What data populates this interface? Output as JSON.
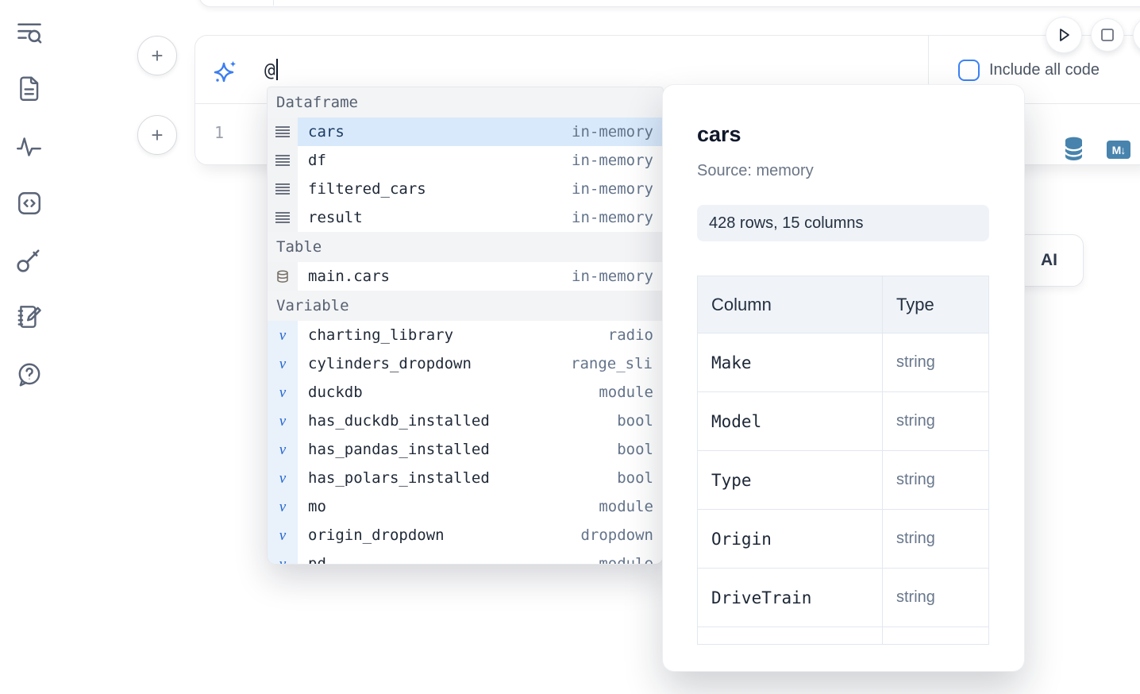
{
  "colors": {
    "accent": "#3b82f6",
    "selection": "#d8e9fb",
    "steel_icon": "#4783ad",
    "sidebar_icon": "#5a6477"
  },
  "sidebar": {
    "items": [
      {
        "icon": "search-toc-icon"
      },
      {
        "icon": "document-icon"
      },
      {
        "icon": "activity-icon"
      },
      {
        "icon": "code-snippets-icon"
      },
      {
        "icon": "key-icon"
      },
      {
        "icon": "scratchpad-icon"
      },
      {
        "icon": "help-chat-icon"
      }
    ]
  },
  "cell": {
    "prompt": {
      "value": "@",
      "include_all_code": "Include all code"
    },
    "line_number": "1",
    "markdown_icon_label": "M↓"
  },
  "run_controls": {
    "play": "run-button",
    "stop": "stop-button"
  },
  "ai_button": {
    "label": "AI"
  },
  "autocomplete": {
    "sections": [
      {
        "label": "Dataframe",
        "kind": "dataframe",
        "items": [
          {
            "name": "cars",
            "meta": "in-memory",
            "selected": true
          },
          {
            "name": "df",
            "meta": "in-memory"
          },
          {
            "name": "filtered_cars",
            "meta": "in-memory"
          },
          {
            "name": "result",
            "meta": "in-memory"
          }
        ]
      },
      {
        "label": "Table",
        "kind": "table",
        "items": [
          {
            "name": "main.cars",
            "meta": "in-memory"
          }
        ]
      },
      {
        "label": "Variable",
        "kind": "variable",
        "items": [
          {
            "name": "charting_library",
            "meta": "radio"
          },
          {
            "name": "cylinders_dropdown",
            "meta": "range_slider"
          },
          {
            "name": "duckdb",
            "meta": "module"
          },
          {
            "name": "has_duckdb_installed",
            "meta": "bool"
          },
          {
            "name": "has_pandas_installed",
            "meta": "bool"
          },
          {
            "name": "has_polars_installed",
            "meta": "bool"
          },
          {
            "name": "mo",
            "meta": "module"
          },
          {
            "name": "origin_dropdown",
            "meta": "dropdown"
          },
          {
            "name": "pd",
            "meta": "module"
          }
        ]
      }
    ]
  },
  "preview": {
    "title": "cars",
    "source": "Source: memory",
    "shape": "428 rows, 15 columns",
    "table": {
      "headers": [
        "Column",
        "Type"
      ],
      "rows": [
        [
          "Make",
          "string"
        ],
        [
          "Model",
          "string"
        ],
        [
          "Type",
          "string"
        ],
        [
          "Origin",
          "string"
        ],
        [
          "DriveTrain",
          "string"
        ]
      ]
    }
  }
}
